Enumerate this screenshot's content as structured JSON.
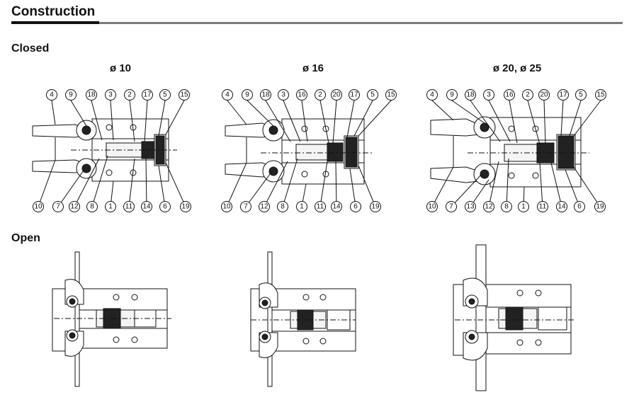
{
  "header": {
    "title": "Construction"
  },
  "sections": {
    "closed": "Closed",
    "open": "Open"
  },
  "sizes": [
    "ø 10",
    "ø 16",
    "ø 20, ø 25"
  ],
  "callouts": {
    "d10": {
      "top": [
        "4",
        "9",
        "18",
        "3",
        "2",
        "17",
        "5",
        "15"
      ],
      "bottom": [
        "10",
        "7",
        "12",
        "8",
        "1",
        "11",
        "14",
        "6",
        "19"
      ]
    },
    "d16": {
      "top": [
        "4",
        "9",
        "18",
        "3",
        "16",
        "2",
        "20",
        "17",
        "5",
        "15"
      ],
      "bottom": [
        "10",
        "7",
        "12",
        "8",
        "1",
        "11",
        "14",
        "6",
        "19"
      ]
    },
    "d20": {
      "top": [
        "4",
        "9",
        "18",
        "3",
        "16",
        "2",
        "20",
        "17",
        "5",
        "15"
      ],
      "bottom": [
        "10",
        "7",
        "13",
        "12",
        "8",
        "1",
        "11",
        "14",
        "6",
        "19"
      ]
    }
  }
}
